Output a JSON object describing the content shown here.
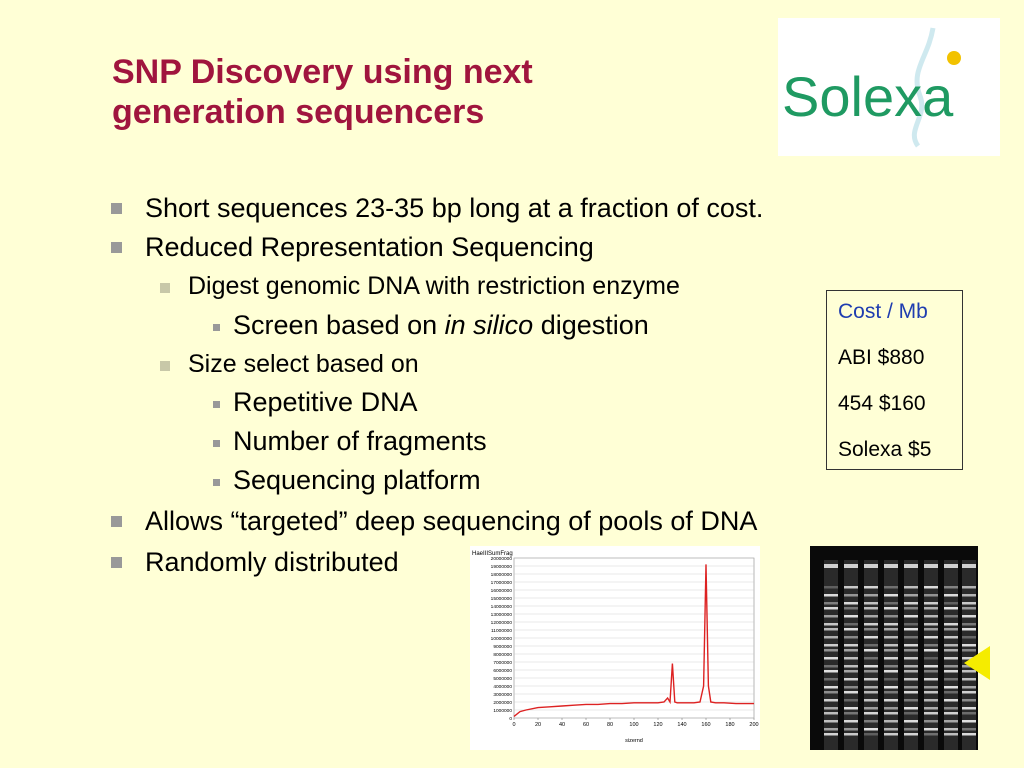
{
  "slide": {
    "title_line1": "SNP Discovery using next",
    "title_line2": "generation sequencers",
    "logo_text": "Solexa",
    "bullets": {
      "b1": "Short sequences 23-35 bp long at a fraction of cost.",
      "b2": "Reduced Representation Sequencing",
      "b2_1": "Digest genomic DNA with restriction enzyme",
      "b2_1_1_pre": "Screen based on ",
      "b2_1_1_em": "in silico",
      "b2_1_1_post": " digestion",
      "b2_2": "Size select based on",
      "b2_2_1": "Repetitive DNA",
      "b2_2_2": "Number of fragments",
      "b2_2_3": "Sequencing platform",
      "b3": "Allows “targeted” deep sequencing of pools of DNA",
      "b4": "Randomly distributed"
    },
    "cost_box": {
      "header": "Cost / Mb",
      "rows": [
        "ABI $880",
        "454 $160",
        "Solexa $5"
      ]
    }
  },
  "colors": {
    "background": "#ffffd6",
    "title": "#a0153e",
    "cost_header": "#1f3db0",
    "logo_green": "#1f9a62",
    "logo_yellow": "#f2c200",
    "plot_line": "#dd2222",
    "arrow": "#f5ec00"
  },
  "chart_data": {
    "type": "line",
    "title": "HaeIIISumFrag",
    "xlabel": "sizernd",
    "ylabel": "",
    "xlim": [
      0,
      200
    ],
    "ylim": [
      0,
      20000000
    ],
    "x_ticks": [
      0,
      20,
      40,
      60,
      80,
      100,
      120,
      140,
      160,
      180,
      200
    ],
    "y_ticks": [
      0,
      1000000,
      2000000,
      3000000,
      4000000,
      5000000,
      6000000,
      7000000,
      8000000,
      9000000,
      10000000,
      11000000,
      12000000,
      13000000,
      14000000,
      15000000,
      16000000,
      17000000,
      18000000,
      19000000,
      20000000
    ],
    "series": [
      {
        "x": [
          0,
          5,
          10,
          20,
          30,
          40,
          50,
          60,
          70,
          80,
          90,
          100,
          110,
          120,
          125,
          128,
          130,
          132,
          134,
          136,
          140,
          150,
          155,
          158,
          160,
          162,
          164,
          168,
          175,
          185,
          195,
          200
        ],
        "y": [
          200000,
          800000,
          1000000,
          1300000,
          1400000,
          1500000,
          1600000,
          1700000,
          1700000,
          1800000,
          1800000,
          1900000,
          1900000,
          1900000,
          2000000,
          2500000,
          2000000,
          6800000,
          2000000,
          1900000,
          1900000,
          1900000,
          2000000,
          4000000,
          19200000,
          4000000,
          2000000,
          1900000,
          1900000,
          1800000,
          1800000,
          1800000
        ]
      }
    ]
  }
}
